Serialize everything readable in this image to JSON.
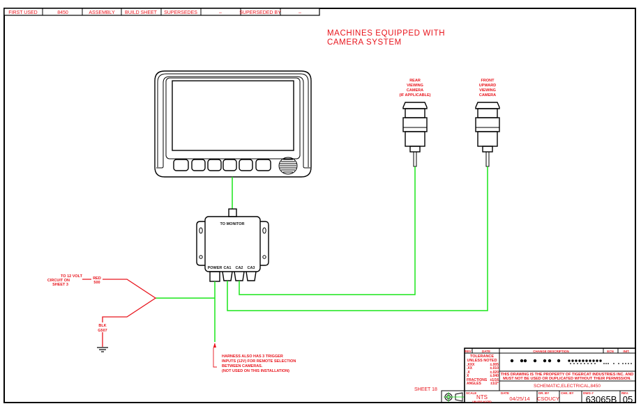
{
  "header_block": {
    "cells": [
      {
        "id": "first-used-label",
        "text": "FIRST USED"
      },
      {
        "id": "first-used-value",
        "text": "8450"
      },
      {
        "id": "assembly-label",
        "text": "ASSEMBLY"
      },
      {
        "id": "assembly-value",
        "text": "BUILD SHEET"
      },
      {
        "id": "supersedes-label",
        "text": "SUPERSEDES"
      },
      {
        "id": "supersedes-value",
        "text": "–"
      },
      {
        "id": "superseded-by-label",
        "text": "SUPERSEDED BY"
      },
      {
        "id": "superseded-by-value",
        "text": "–"
      }
    ]
  },
  "title_note": {
    "line1": "MACHINES EQUIPPED WITH",
    "line2": "CAMERA SYSTEM"
  },
  "components": {
    "monitor": {
      "name": "camera-monitor",
      "buttons": 6,
      "speaker": true
    },
    "junction_box": {
      "top_label": "TO MONITOR",
      "ports": [
        "POWER",
        "CA1",
        "CA2",
        "CA3"
      ]
    },
    "rear_camera": {
      "label_lines": [
        "REAR",
        "VIEWING",
        "CAMERA",
        "(IF APPLICABLE)"
      ]
    },
    "front_camera": {
      "label_lines": [
        "FRONT",
        "UPWARD",
        "VIEWING",
        "CAMERA"
      ]
    }
  },
  "wiring": {
    "power_source_lines": [
      "TO 12 VOLT",
      "CIRCUIT ON",
      "SHEET 3"
    ],
    "positive_wire": {
      "color_label": "RED",
      "number": "500"
    },
    "ground_wire": {
      "color_label": "BLK",
      "number": "G507"
    },
    "connections": [
      {
        "from": "CA2",
        "to": "rear_camera"
      },
      {
        "from": "CA1",
        "to": "front_camera"
      },
      {
        "from": "POWER",
        "to": "12V circuit / ground"
      }
    ],
    "colors": {
      "harness": "#19e619",
      "electrical": "#e8141c",
      "outline": "#000000"
    }
  },
  "harness_note": {
    "lines": [
      "HARNESS ALSO HAS 3 TRIGGER",
      "INPUTS (12V) FOR REMOTE SELECTION",
      "BETWEEN CAMERAS.",
      "(NOT USED ON THIS INSTALLATION)"
    ]
  },
  "sheet_label": "SHEET 18",
  "title_block": {
    "rev_header": "REV",
    "date_header": "DATE",
    "change_description_header": "CHANGE DESCRIPTION",
    "ecn_header": "ECN",
    "init_header": "INIT.",
    "tolerance_title_1": "TOLERANCE",
    "tolerance_title_2": "UNLESS NOTED",
    "tolerances": [
      {
        "label": ".XXX",
        "value": "±.005"
      },
      {
        "label": ".XX",
        "value": "±.010"
      },
      {
        "label": ".X",
        "value": "±.020"
      },
      {
        "label": "X",
        "value": "±.040"
      },
      {
        "label": "FRACTIONS",
        "value": "±1/16"
      },
      {
        "label": "ANGLES",
        "value": "±1/2°"
      }
    ],
    "proprietary_line1": "THIS DRAWING IS THE PROPERTY OF TIGERCAT INDUSTRIES INC. AND",
    "proprietary_line2": "MUST NOT BE USED OR DUPLICATED WITHOUT THEIR PERMISSION.",
    "drawing_title": "SCHEMATIC,ELECTRICAL,8450",
    "scale_label": "SCALE",
    "scale_value": "NTS",
    "scale_note": "UNLESS NOTED",
    "date_label": "DATE",
    "date_value": "04/25/14",
    "drawn_by_label": "DR. BY",
    "drawn_by_value": "CSOUCY",
    "checked_by_label": "CHK. BY",
    "checked_by_value": "",
    "drawing_number_label": "DWG #",
    "drawing_number_value": "63065B",
    "revision_label": "REV.",
    "revision_value": "05"
  }
}
